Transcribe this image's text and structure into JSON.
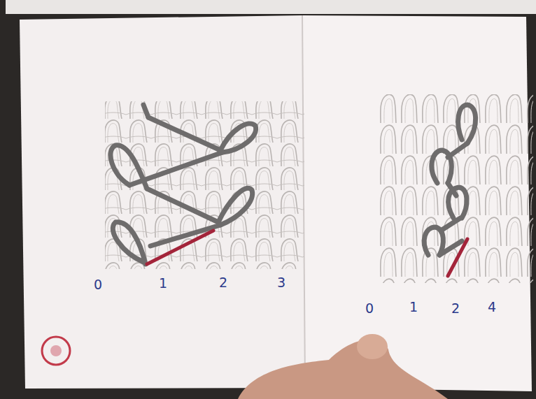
{
  "diagram": {
    "labels": [
      "0",
      "1",
      "2",
      "3",
      "0",
      "1",
      "2",
      "4"
    ]
  }
}
